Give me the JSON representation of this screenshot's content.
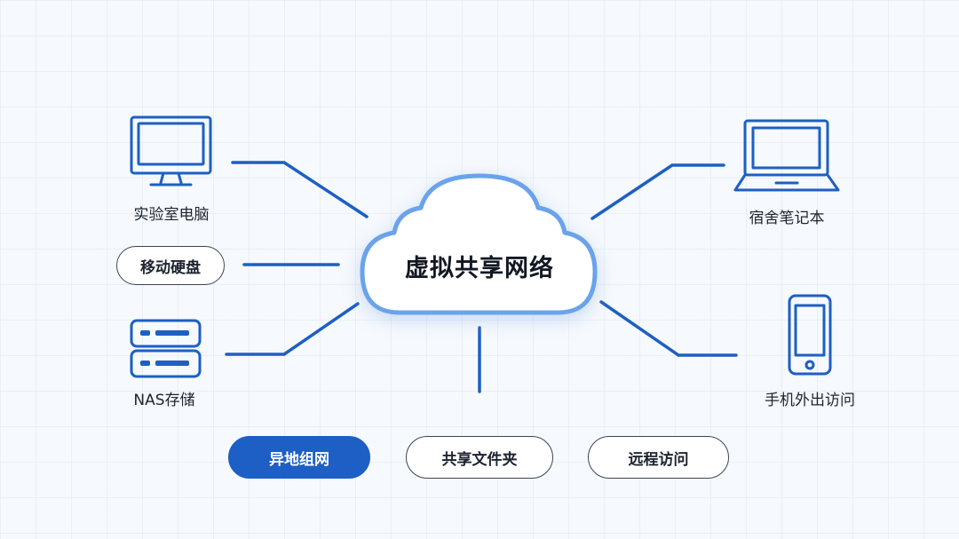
{
  "center": {
    "title": "虚拟共享网络",
    "icon": "cloud-icon"
  },
  "devices": {
    "lab_pc": {
      "label": "实验室电脑",
      "icon": "desktop-monitor-icon"
    },
    "mobile_disk": {
      "label": "移动硬盘"
    },
    "nas": {
      "label": "NAS存储",
      "icon": "server-rack-icon"
    },
    "dorm_laptop": {
      "label": "宿舍笔记本",
      "icon": "laptop-icon"
    },
    "phone": {
      "label": "手机外出访问",
      "icon": "smartphone-icon"
    }
  },
  "features": [
    {
      "label": "异地组网",
      "active": true
    },
    {
      "label": "共享文件夹",
      "active": false
    },
    {
      "label": "远程访问",
      "active": false
    }
  ],
  "colors": {
    "accent": "#1d5fc4",
    "cloud_border": "#6aa3ec",
    "background": "#f6f9fd"
  }
}
